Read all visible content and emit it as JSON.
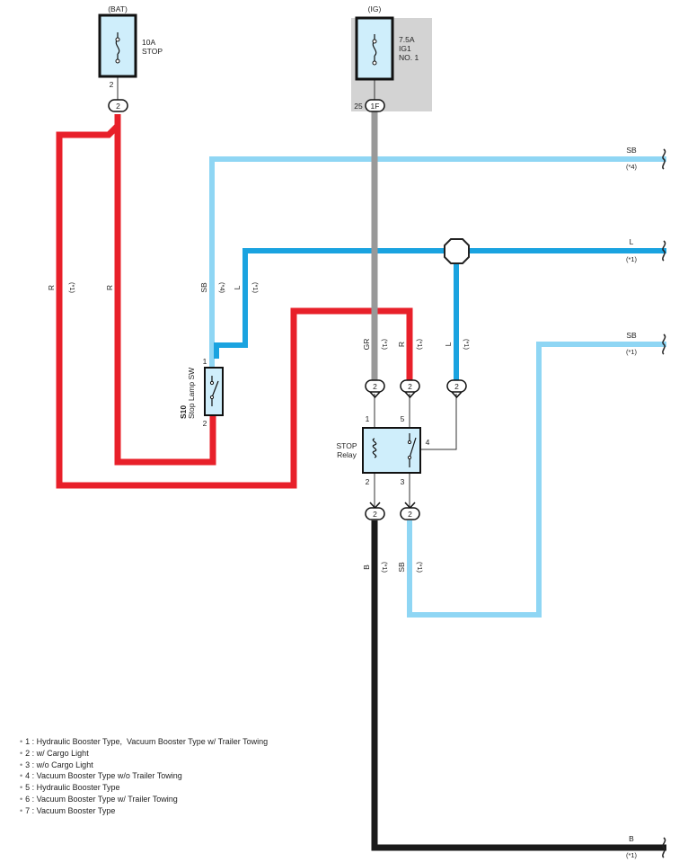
{
  "power": {
    "bat_label": "(BAT)",
    "bat_fuse_rating": "10A",
    "bat_fuse_name": "STOP",
    "bat_pin": "2",
    "bat_connector": "2",
    "ig_label": "(IG)",
    "ig_fuse_rating": "7.5A",
    "ig_fuse_name1": "IG1",
    "ig_fuse_name2": "NO. 1",
    "ig_pin": "25",
    "ig_connector": "1F"
  },
  "switch": {
    "id": "S10",
    "name": "Stop Lamp SW",
    "pin1": "1",
    "pin2": "2"
  },
  "relay": {
    "name1": "STOP",
    "name2": "Relay",
    "pin1": "1",
    "pin2": "2",
    "pin3": "3",
    "pin4": "4",
    "pin5": "5"
  },
  "connectors": {
    "c_gr": "2",
    "c_r": "2",
    "c_l": "2",
    "c_b": "2",
    "c_sb": "2"
  },
  "wires": {
    "w1": {
      "color": "R",
      "note": "(*1)"
    },
    "w2": {
      "color": "R"
    },
    "w3": {
      "color": "SB",
      "note": "(*4)"
    },
    "w4": {
      "color": "L",
      "note": "(*1)"
    },
    "w5": {
      "color": "GR",
      "note": "(*1)"
    },
    "w6": {
      "color": "R",
      "note": "(*1)"
    },
    "w7": {
      "color": "L",
      "note": "(*1)"
    },
    "w8": {
      "color": "B",
      "note": "(*1)"
    },
    "w9": {
      "color": "SB",
      "note": "(*1)"
    }
  },
  "outputs": {
    "sb4": {
      "color": "SB",
      "note": "(*4)"
    },
    "l1": {
      "color": "L",
      "note": "(*1)"
    },
    "sb1": {
      "color": "SB",
      "note": "(*1)"
    },
    "b1": {
      "color": "B",
      "note": "(*1)"
    }
  },
  "wire_colors": {
    "red": "#e8202a",
    "light_blue": "#8fd6f4",
    "blue": "#1aa3e0",
    "gray": "#999999",
    "black": "#1a1a1a"
  },
  "notes": [
    "1 : Hydraulic Booster Type,  Vacuum Booster Type w/ Trailer Towing",
    "2 : w/ Cargo Light",
    "3 : w/o Cargo Light",
    "4 : Vacuum Booster Type w/o Trailer Towing",
    "5 : Hydraulic Booster Type",
    "6 : Vacuum Booster Type w/ Trailer Towing",
    "7 : Vacuum Booster Type"
  ]
}
